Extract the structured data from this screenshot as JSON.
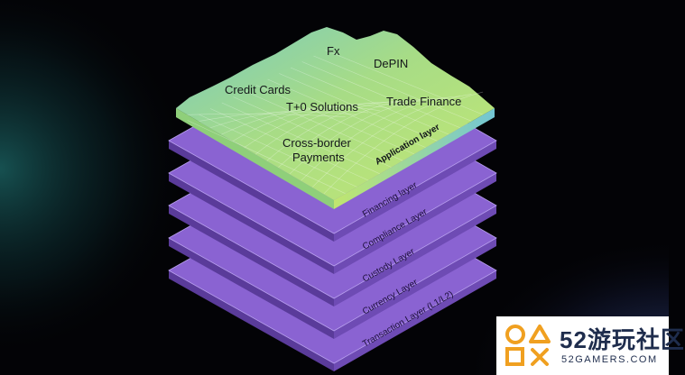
{
  "layers": [
    {
      "label": "Transaction Layer (L1/L2)"
    },
    {
      "label": "Currency Layer"
    },
    {
      "label": "Custody Layer"
    },
    {
      "label": "Compliance Layer"
    },
    {
      "label": "Financing layer"
    }
  ],
  "application_layer": {
    "label": "Application layer",
    "items": {
      "fx": "Fx",
      "depin": "DePIN",
      "credit_cards": "Credit Cards",
      "t0": "T+0 Solutions",
      "trade_finance": "Trade Finance",
      "cross_border_1": "Cross-border",
      "cross_border_2": "Payments"
    }
  },
  "watermark": {
    "logo_text": "52游玩社区",
    "site": "52GAMERS.COM"
  },
  "colors": {
    "layer_purple": "#8a63d2",
    "terrain_green": "#a8dc7a",
    "terrain_teal": "#6fc8c0",
    "background": "#030306"
  }
}
